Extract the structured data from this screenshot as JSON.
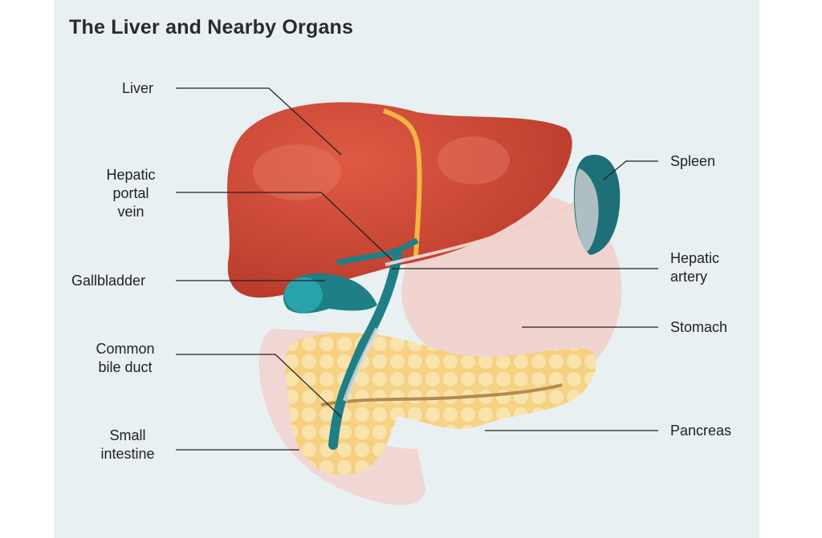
{
  "title": "The Liver and Nearby Organs",
  "labels": {
    "liver": "Liver",
    "portal_vein_1": "Hepatic",
    "portal_vein_2": "portal",
    "portal_vein_3": "vein",
    "gallbladder": "Gallbladder",
    "bile_duct_1": "Common",
    "bile_duct_2": "bile duct",
    "small_int_1": "Small",
    "small_int_2": "intestine",
    "spleen": "Spleen",
    "artery_1": "Hepatic",
    "artery_2": "artery",
    "stomach": "Stomach",
    "pancreas": "Pancreas"
  },
  "colors": {
    "background": "#e9f0f2",
    "liver": "#c8432f",
    "gallbladder": "#1e7f86",
    "pancreas": "#f7d27a",
    "stomach": "#f3c9c2",
    "spleen": "#1d6f78"
  }
}
